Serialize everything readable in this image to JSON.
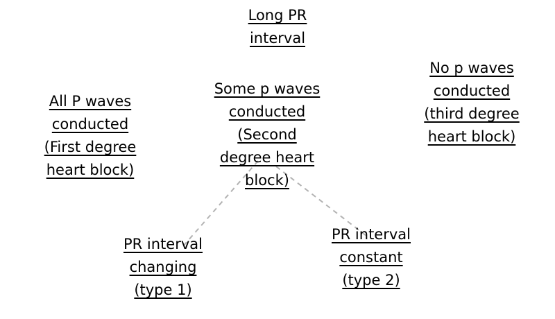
{
  "diagram": {
    "title": "Heart block classification by PR interval and P wave conduction",
    "connector_color": "#b3b3b3",
    "nodes": {
      "long_pr": {
        "lines": [
          "Long PR",
          "interval"
        ]
      },
      "first_degree": {
        "lines": [
          "All P waves",
          "conducted",
          "(First degree",
          "heart block)"
        ]
      },
      "second_degree": {
        "lines": [
          "Some p waves",
          "conducted",
          "(Second",
          "degree heart",
          "block)"
        ]
      },
      "third_degree": {
        "lines": [
          "No p waves",
          "conducted",
          "(third degree",
          "heart block)"
        ]
      },
      "type1": {
        "lines": [
          "PR interval",
          "changing",
          "(type 1)"
        ]
      },
      "type2": {
        "lines": [
          "PR interval",
          "constant",
          "(type 2)"
        ]
      }
    }
  }
}
